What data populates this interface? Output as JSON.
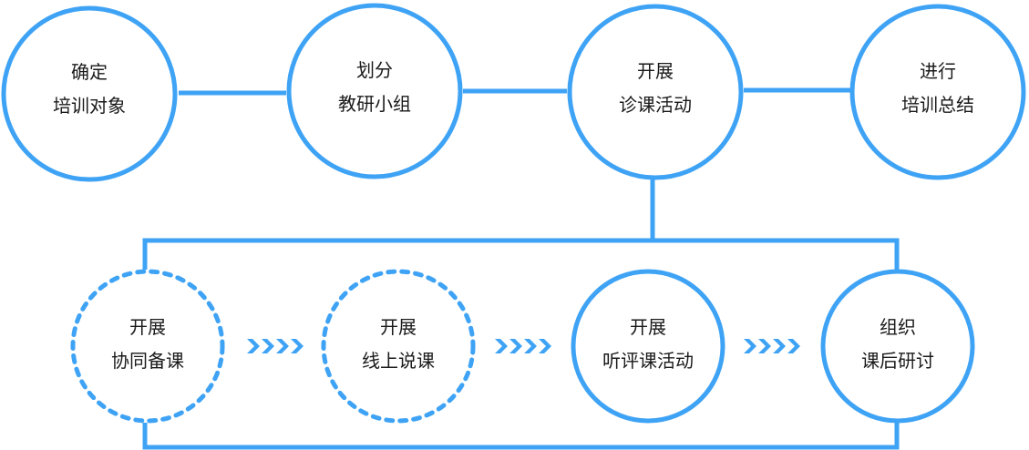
{
  "colors": {
    "accent": "#3fa3f5",
    "text": "#1a1a1a",
    "background": "#ffffff"
  },
  "top_row": [
    {
      "id": "step1",
      "line1": "确定",
      "line2": "培训对象"
    },
    {
      "id": "step2",
      "line1": "划分",
      "line2": "教研小组"
    },
    {
      "id": "step3",
      "line1": "开展",
      "line2": "诊课活动"
    },
    {
      "id": "step4",
      "line1": "进行",
      "line2": "培训总结"
    }
  ],
  "bottom_row": [
    {
      "id": "sub1",
      "line1": "开展",
      "line2": "协同备课",
      "style": "dashed"
    },
    {
      "id": "sub2",
      "line1": "开展",
      "line2": "线上说课",
      "style": "dashed"
    },
    {
      "id": "sub3",
      "line1": "开展",
      "line2": "听评课活动",
      "style": "solid"
    },
    {
      "id": "sub4",
      "line1": "组织",
      "line2": "课后研讨",
      "style": "solid"
    }
  ]
}
